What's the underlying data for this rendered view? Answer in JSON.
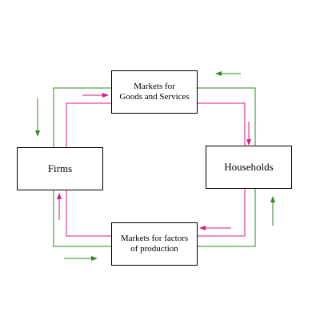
{
  "diagram": {
    "nodes": {
      "goods_market": "Markets for\nGoods and Services",
      "firms": "Firms",
      "households": "Households",
      "factor_market": "Markets for factors\nof production"
    },
    "colors": {
      "real_flow": "#2e8b1e",
      "money_flow": "#d81b8a",
      "box_border": "#000000"
    }
  }
}
